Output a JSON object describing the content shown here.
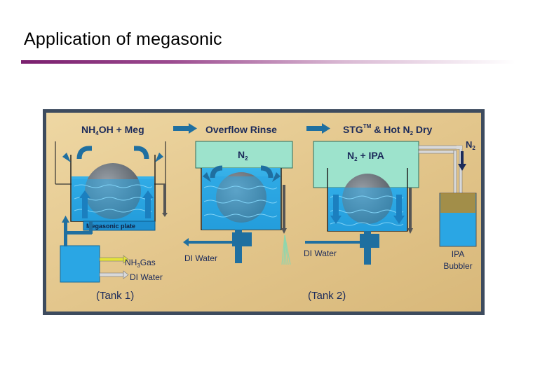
{
  "slide": {
    "title": "Application of megasonic"
  },
  "diagram": {
    "steps": {
      "step1": {
        "main": "NH",
        "sub": "4",
        "rest": "OH + Meg"
      },
      "step2": "Overflow Rinse",
      "step3": {
        "main": "STG",
        "sup": "TM",
        "mid": " & Hot N",
        "sub": "2",
        "rest": " Dry"
      }
    },
    "tank1": {
      "plate_label": "Megasonic plate",
      "gas_label": {
        "main": "NH",
        "sub": "3",
        "rest": "Gas"
      },
      "water_label": "DI Water",
      "caption": "(Tank 1)"
    },
    "tank2": {
      "rinse_gas": {
        "main": "N",
        "sub": "2"
      },
      "dry_gas": {
        "main": "N",
        "sub": "2",
        "rest": " + IPA"
      },
      "rinse_water": "DI Water",
      "dry_water": "DI Water",
      "caption": "(Tank 2)"
    },
    "bubbler": {
      "n2": {
        "main": "N",
        "sub": "2"
      },
      "label_line1": "IPA",
      "label_line2": "Bubbler"
    },
    "colors": {
      "background": "#e7cd94",
      "water": "#2aa6e4",
      "hood": "#9de3cc",
      "pipe": "#1f6fa0",
      "text": "#1b2a5a",
      "frame": "#3d4b5e"
    }
  }
}
